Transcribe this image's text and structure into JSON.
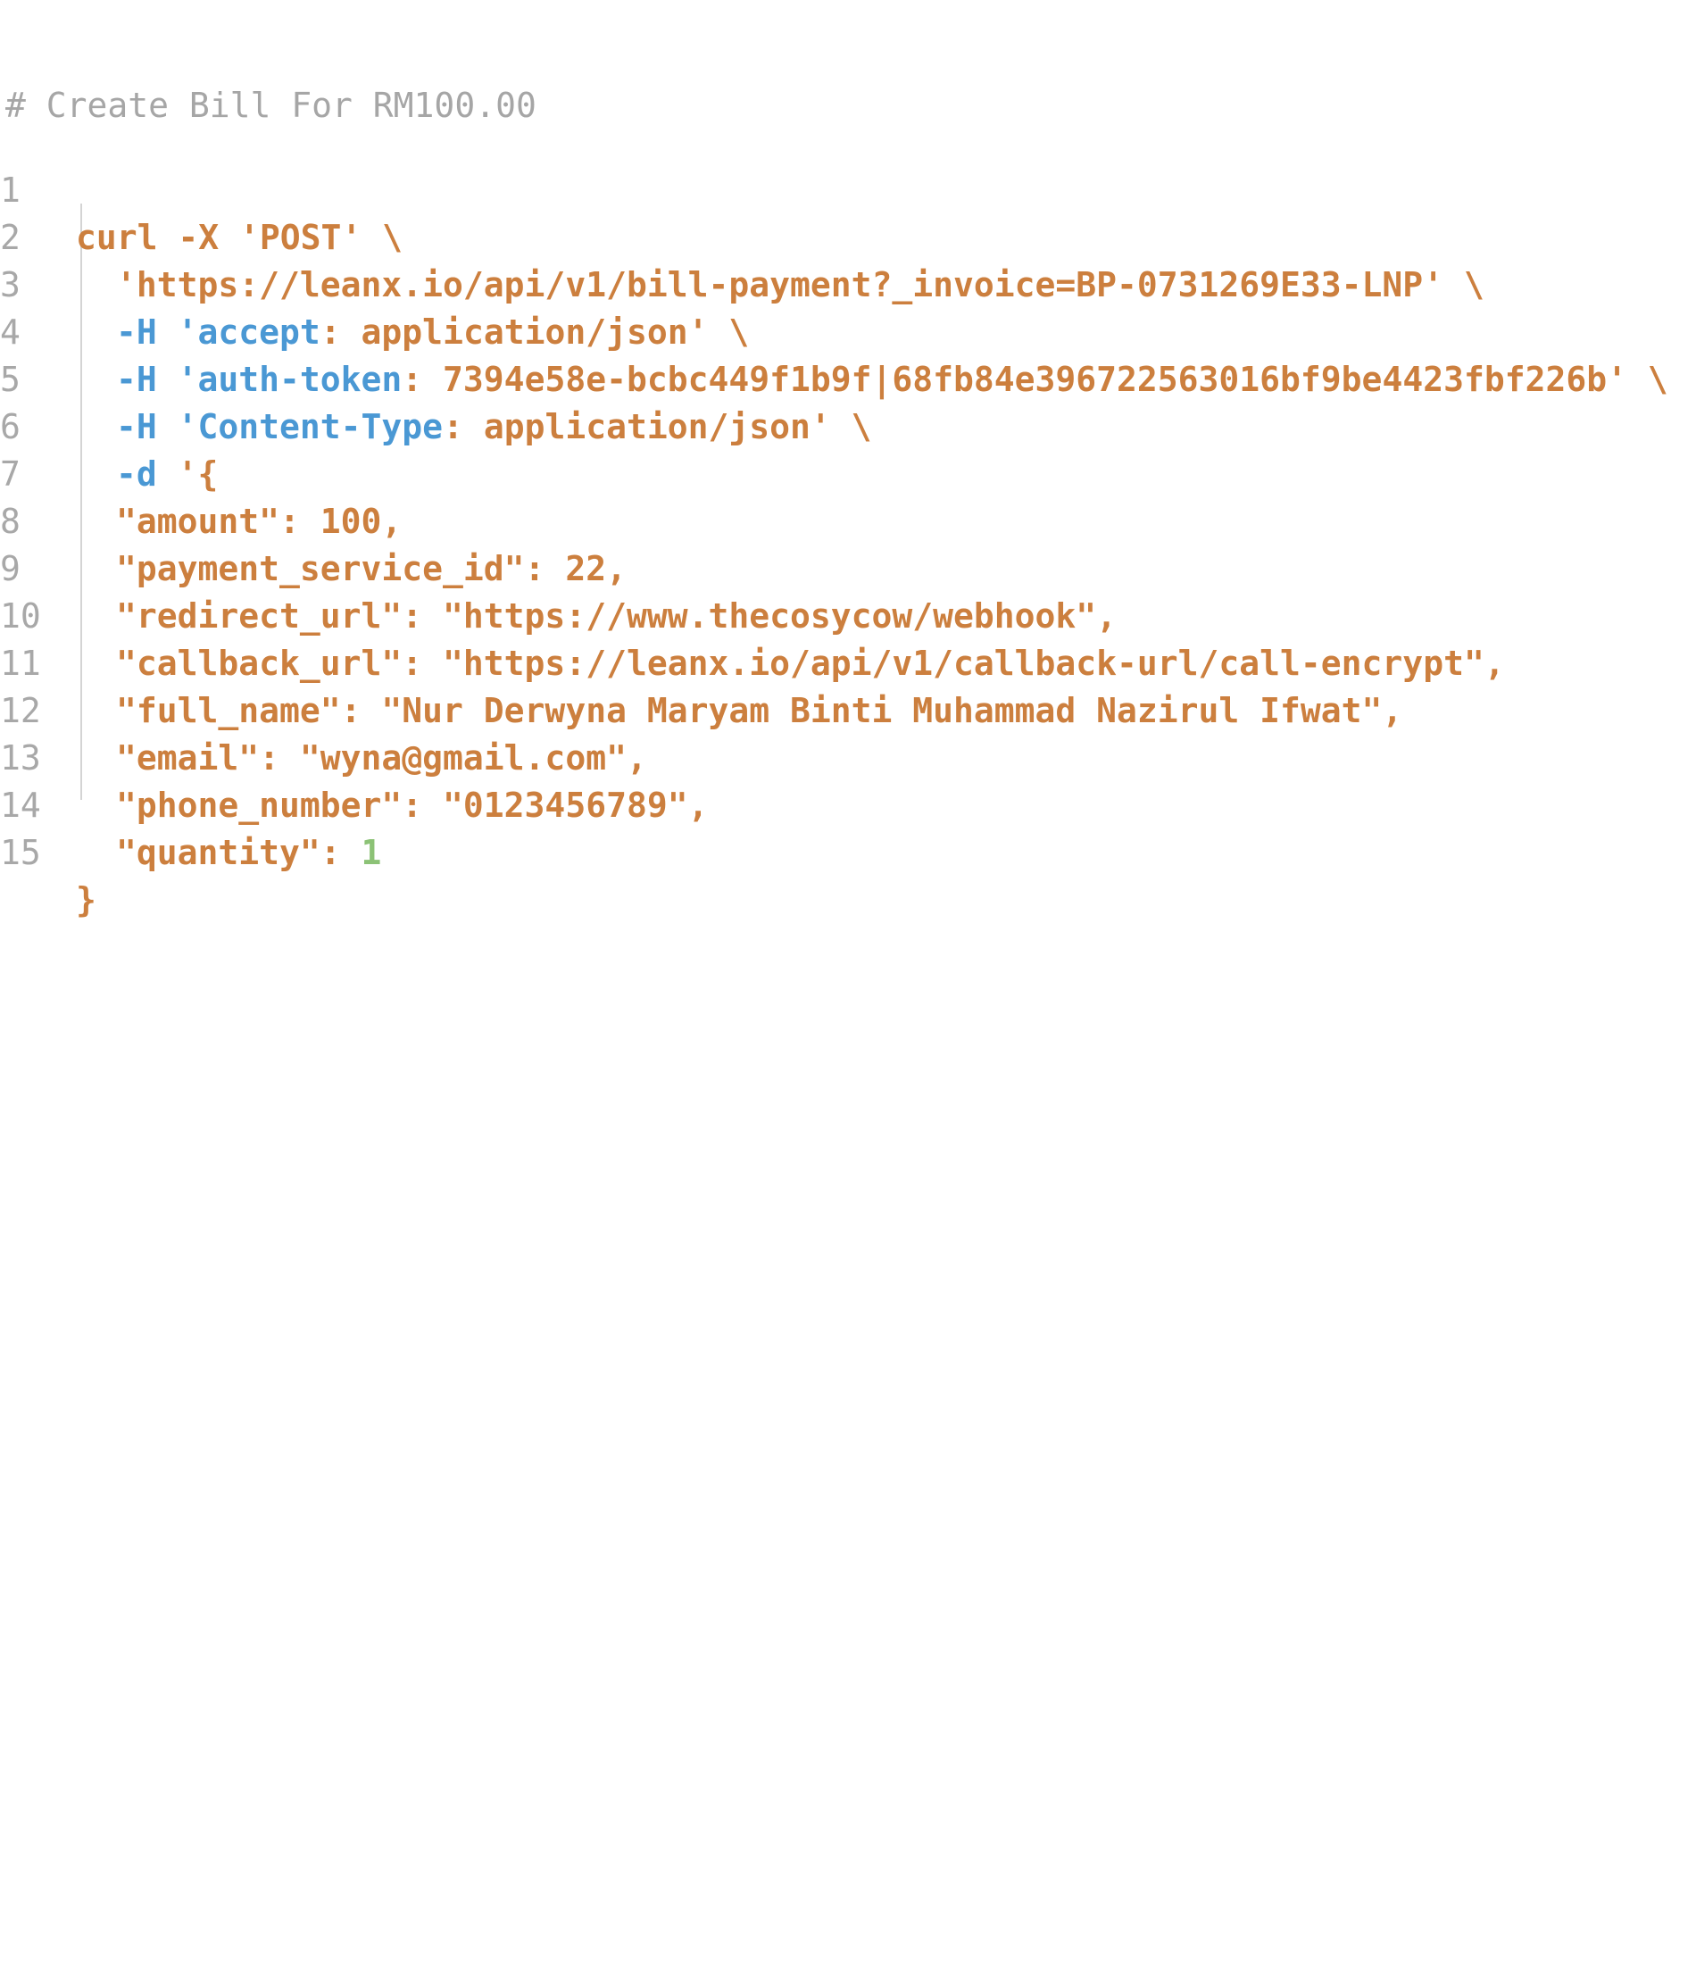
{
  "comment": "# Create Bill For RM100.00",
  "lines": [
    {
      "num": "1",
      "parts": [
        "curl -X 'POST' \\"
      ]
    },
    {
      "num": "2",
      "parts": [
        "'https://leanx.io/api/v1/bill-payment?_invoice=BP-0731269E33-LNP' \\"
      ]
    },
    {
      "num": "3",
      "parts": [
        "-H '",
        "accept",
        ": application/json' \\"
      ]
    },
    {
      "num": "4",
      "parts": [
        "-H '",
        "auth-token",
        ": 7394e58e-bcbc449f1b9f|68fb84e396722563016bf9be4423fbf226b' \\"
      ]
    },
    {
      "num": "5",
      "parts": [
        "-H '",
        "Content-Type",
        ": application/json' \\"
      ]
    },
    {
      "num": "6",
      "parts": [
        "-d",
        " '{"
      ]
    },
    {
      "num": "7",
      "parts": [
        "\"amount\": 100,"
      ]
    },
    {
      "num": "8",
      "parts": [
        "\"payment_service_id\": 22,"
      ]
    },
    {
      "num": "9",
      "parts": [
        "\"redirect_url\": \"https://www.thecosycow/webhook\","
      ]
    },
    {
      "num": "10",
      "parts": [
        "\"callback_url\": \"https://leanx.io/api/v1/callback-url/call-encrypt\","
      ]
    },
    {
      "num": "11",
      "parts": [
        "\"full_name\": \"Nur Derwyna Maryam Binti Muhammad Nazirul Ifwat\","
      ]
    },
    {
      "num": "12",
      "parts": [
        "\"email\": \"wyna@gmail.com\","
      ]
    },
    {
      "num": "13",
      "parts": [
        "\"phone_number\": \"0123456789\","
      ]
    },
    {
      "num": "14",
      "parts": [
        "\"quantity\": ",
        "1"
      ]
    },
    {
      "num": "15",
      "parts": [
        "}"
      ]
    }
  ],
  "colors": {
    "string": "#cc7f3e",
    "keyword": "#4a98d4",
    "number": "#8cc276",
    "comment": "#a6a6a6",
    "line_number": "#a8a8a8"
  }
}
